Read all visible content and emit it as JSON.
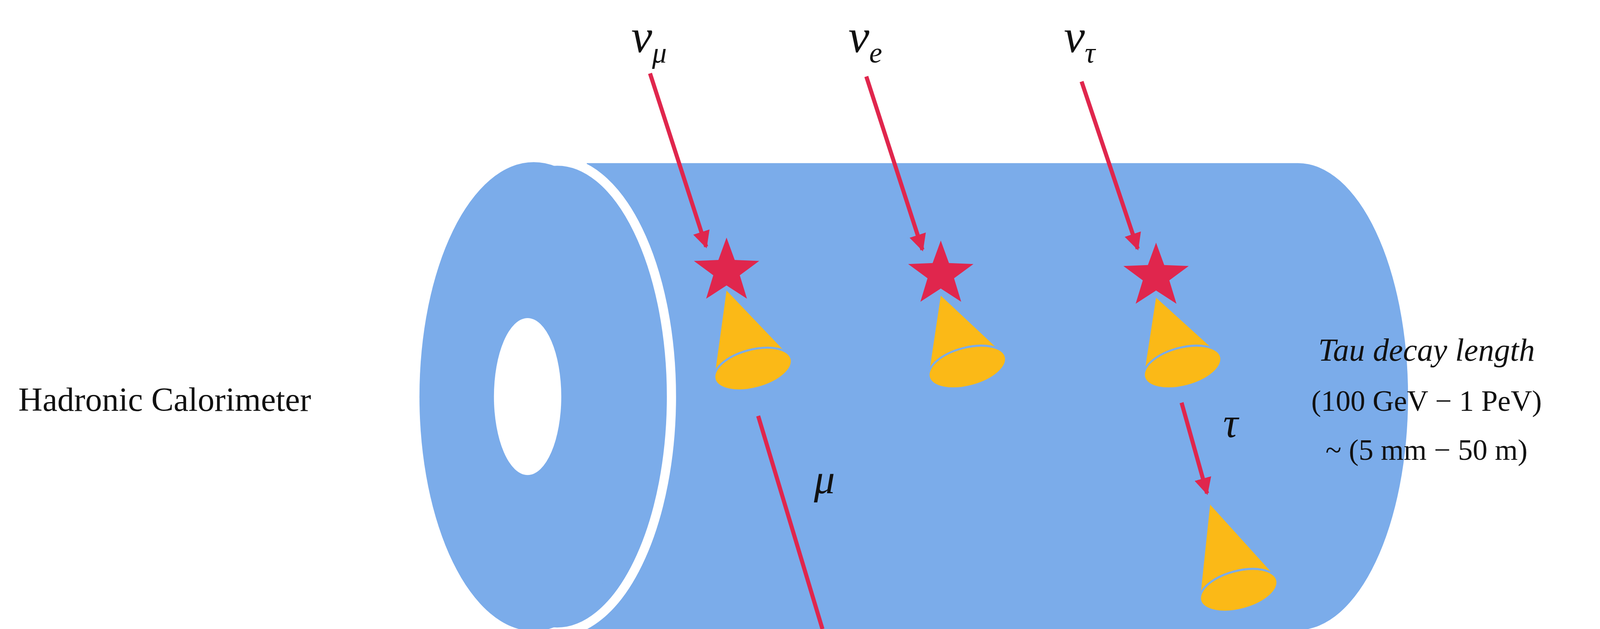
{
  "diagram": {
    "labels": [
      "νμ",
      "νe",
      "ντ",
      "μ",
      "τ",
      "Hadronic Calorimeter",
      "Tau decay length",
      "(100 GeV − 1 PeV)",
      "~ (5 mm − 50 m)"
    ]
  }
}
